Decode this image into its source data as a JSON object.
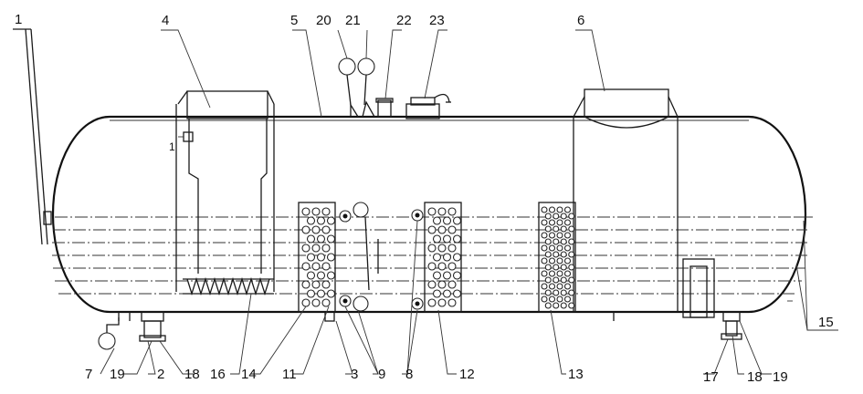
{
  "callouts": [
    {
      "id": "c1",
      "text": "1"
    },
    {
      "id": "c2",
      "text": "2"
    },
    {
      "id": "c3",
      "text": "3"
    },
    {
      "id": "c4",
      "text": "4"
    },
    {
      "id": "c5",
      "text": "5"
    },
    {
      "id": "c6",
      "text": "6"
    },
    {
      "id": "c7",
      "text": "7"
    },
    {
      "id": "c8",
      "text": "8"
    },
    {
      "id": "c9",
      "text": "9"
    },
    {
      "id": "c11",
      "text": "11"
    },
    {
      "id": "c12",
      "text": "12"
    },
    {
      "id": "c13",
      "text": "13"
    },
    {
      "id": "c14",
      "text": "14"
    },
    {
      "id": "c15",
      "text": "15"
    },
    {
      "id": "c16",
      "text": "16"
    },
    {
      "id": "c17",
      "text": "17"
    },
    {
      "id": "c18a",
      "text": "18"
    },
    {
      "id": "c18b",
      "text": "18"
    },
    {
      "id": "c19a",
      "text": "19"
    },
    {
      "id": "c19b",
      "text": "19"
    },
    {
      "id": "c20",
      "text": "20"
    },
    {
      "id": "c21",
      "text": "21"
    },
    {
      "id": "c22",
      "text": "22"
    },
    {
      "id": "c23",
      "text": "23"
    }
  ],
  "inline_marker": "1"
}
